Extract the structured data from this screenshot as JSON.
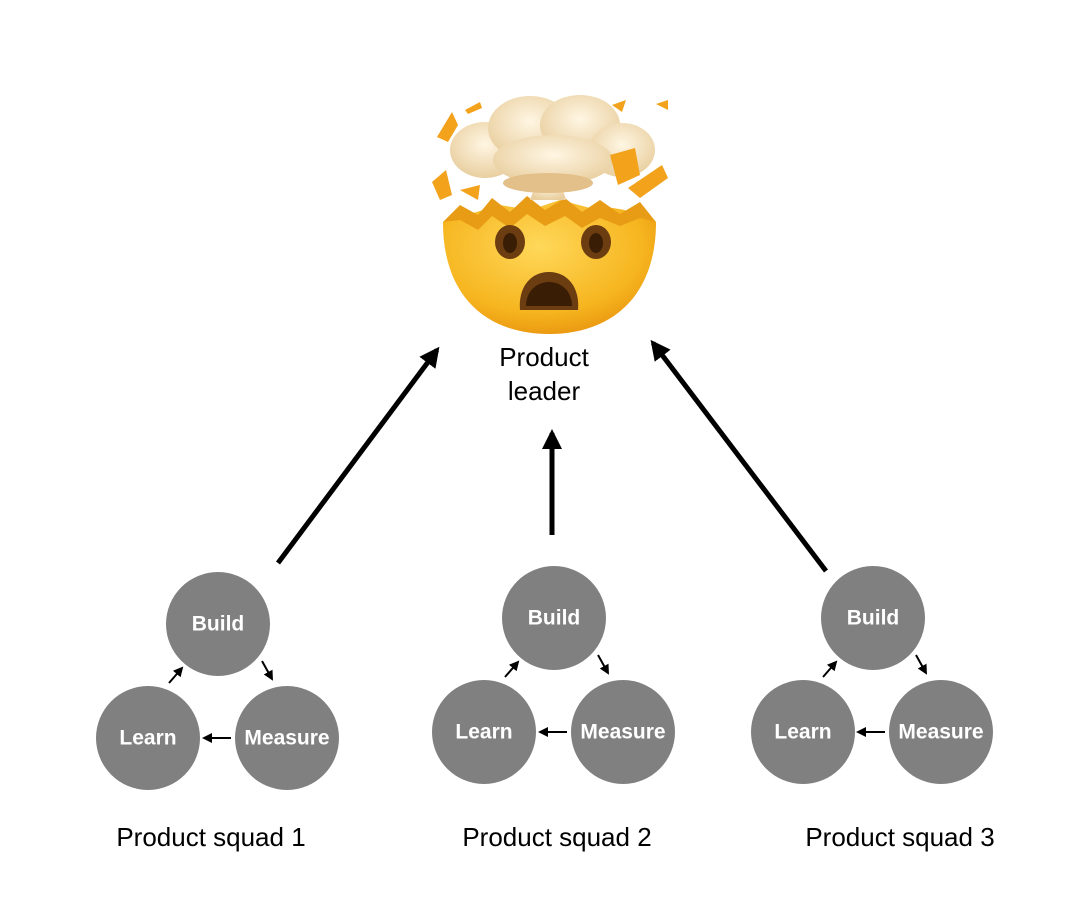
{
  "leader": {
    "label_line1": "Product",
    "label_line2": "leader",
    "icon": "exploding-head-icon"
  },
  "cycle_labels": {
    "build": "Build",
    "measure": "Measure",
    "learn": "Learn"
  },
  "squads": [
    {
      "name": "Product squad 1",
      "build": "Build",
      "measure": "Measure",
      "learn": "Learn"
    },
    {
      "name": "Product squad 2",
      "build": "Build",
      "measure": "Measure",
      "learn": "Learn"
    },
    {
      "name": "Product squad 3",
      "build": "Build",
      "measure": "Measure",
      "learn": "Learn"
    }
  ],
  "colors": {
    "node_fill": "#808080",
    "node_text": "#ffffff",
    "arrow": "#000000",
    "emoji_face": "#f6b51f",
    "emoji_cloud": "#f3dfb8"
  }
}
